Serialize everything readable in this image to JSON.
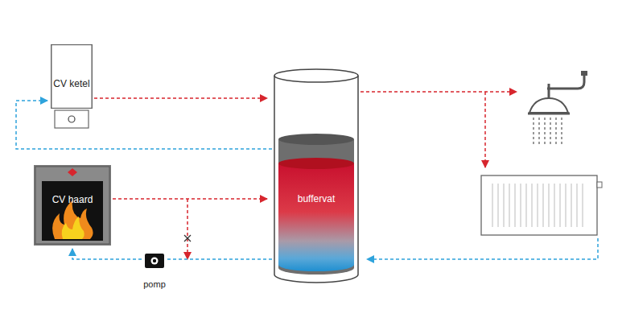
{
  "diagram": {
    "nodes": [
      {
        "text": [
          "CV ketel"
        ]
      },
      {
        "text": [
          "buffervat"
        ]
      },
      {
        "text": [
          "CV haard"
        ]
      },
      {
        "text": [
          "pomp"
        ]
      }
    ],
    "edges": [
      {
        "from": 0,
        "to": 1,
        "arrow": "to"
      },
      {
        "from": 1,
        "to": 0,
        "arrow": "to"
      },
      {
        "from": 2,
        "to": 1,
        "arrow": "to"
      },
      {
        "from": 1,
        "to": 3,
        "arrow": "none"
      },
      {
        "from": 3,
        "to": 2,
        "arrow": "to"
      }
    ]
  }
}
